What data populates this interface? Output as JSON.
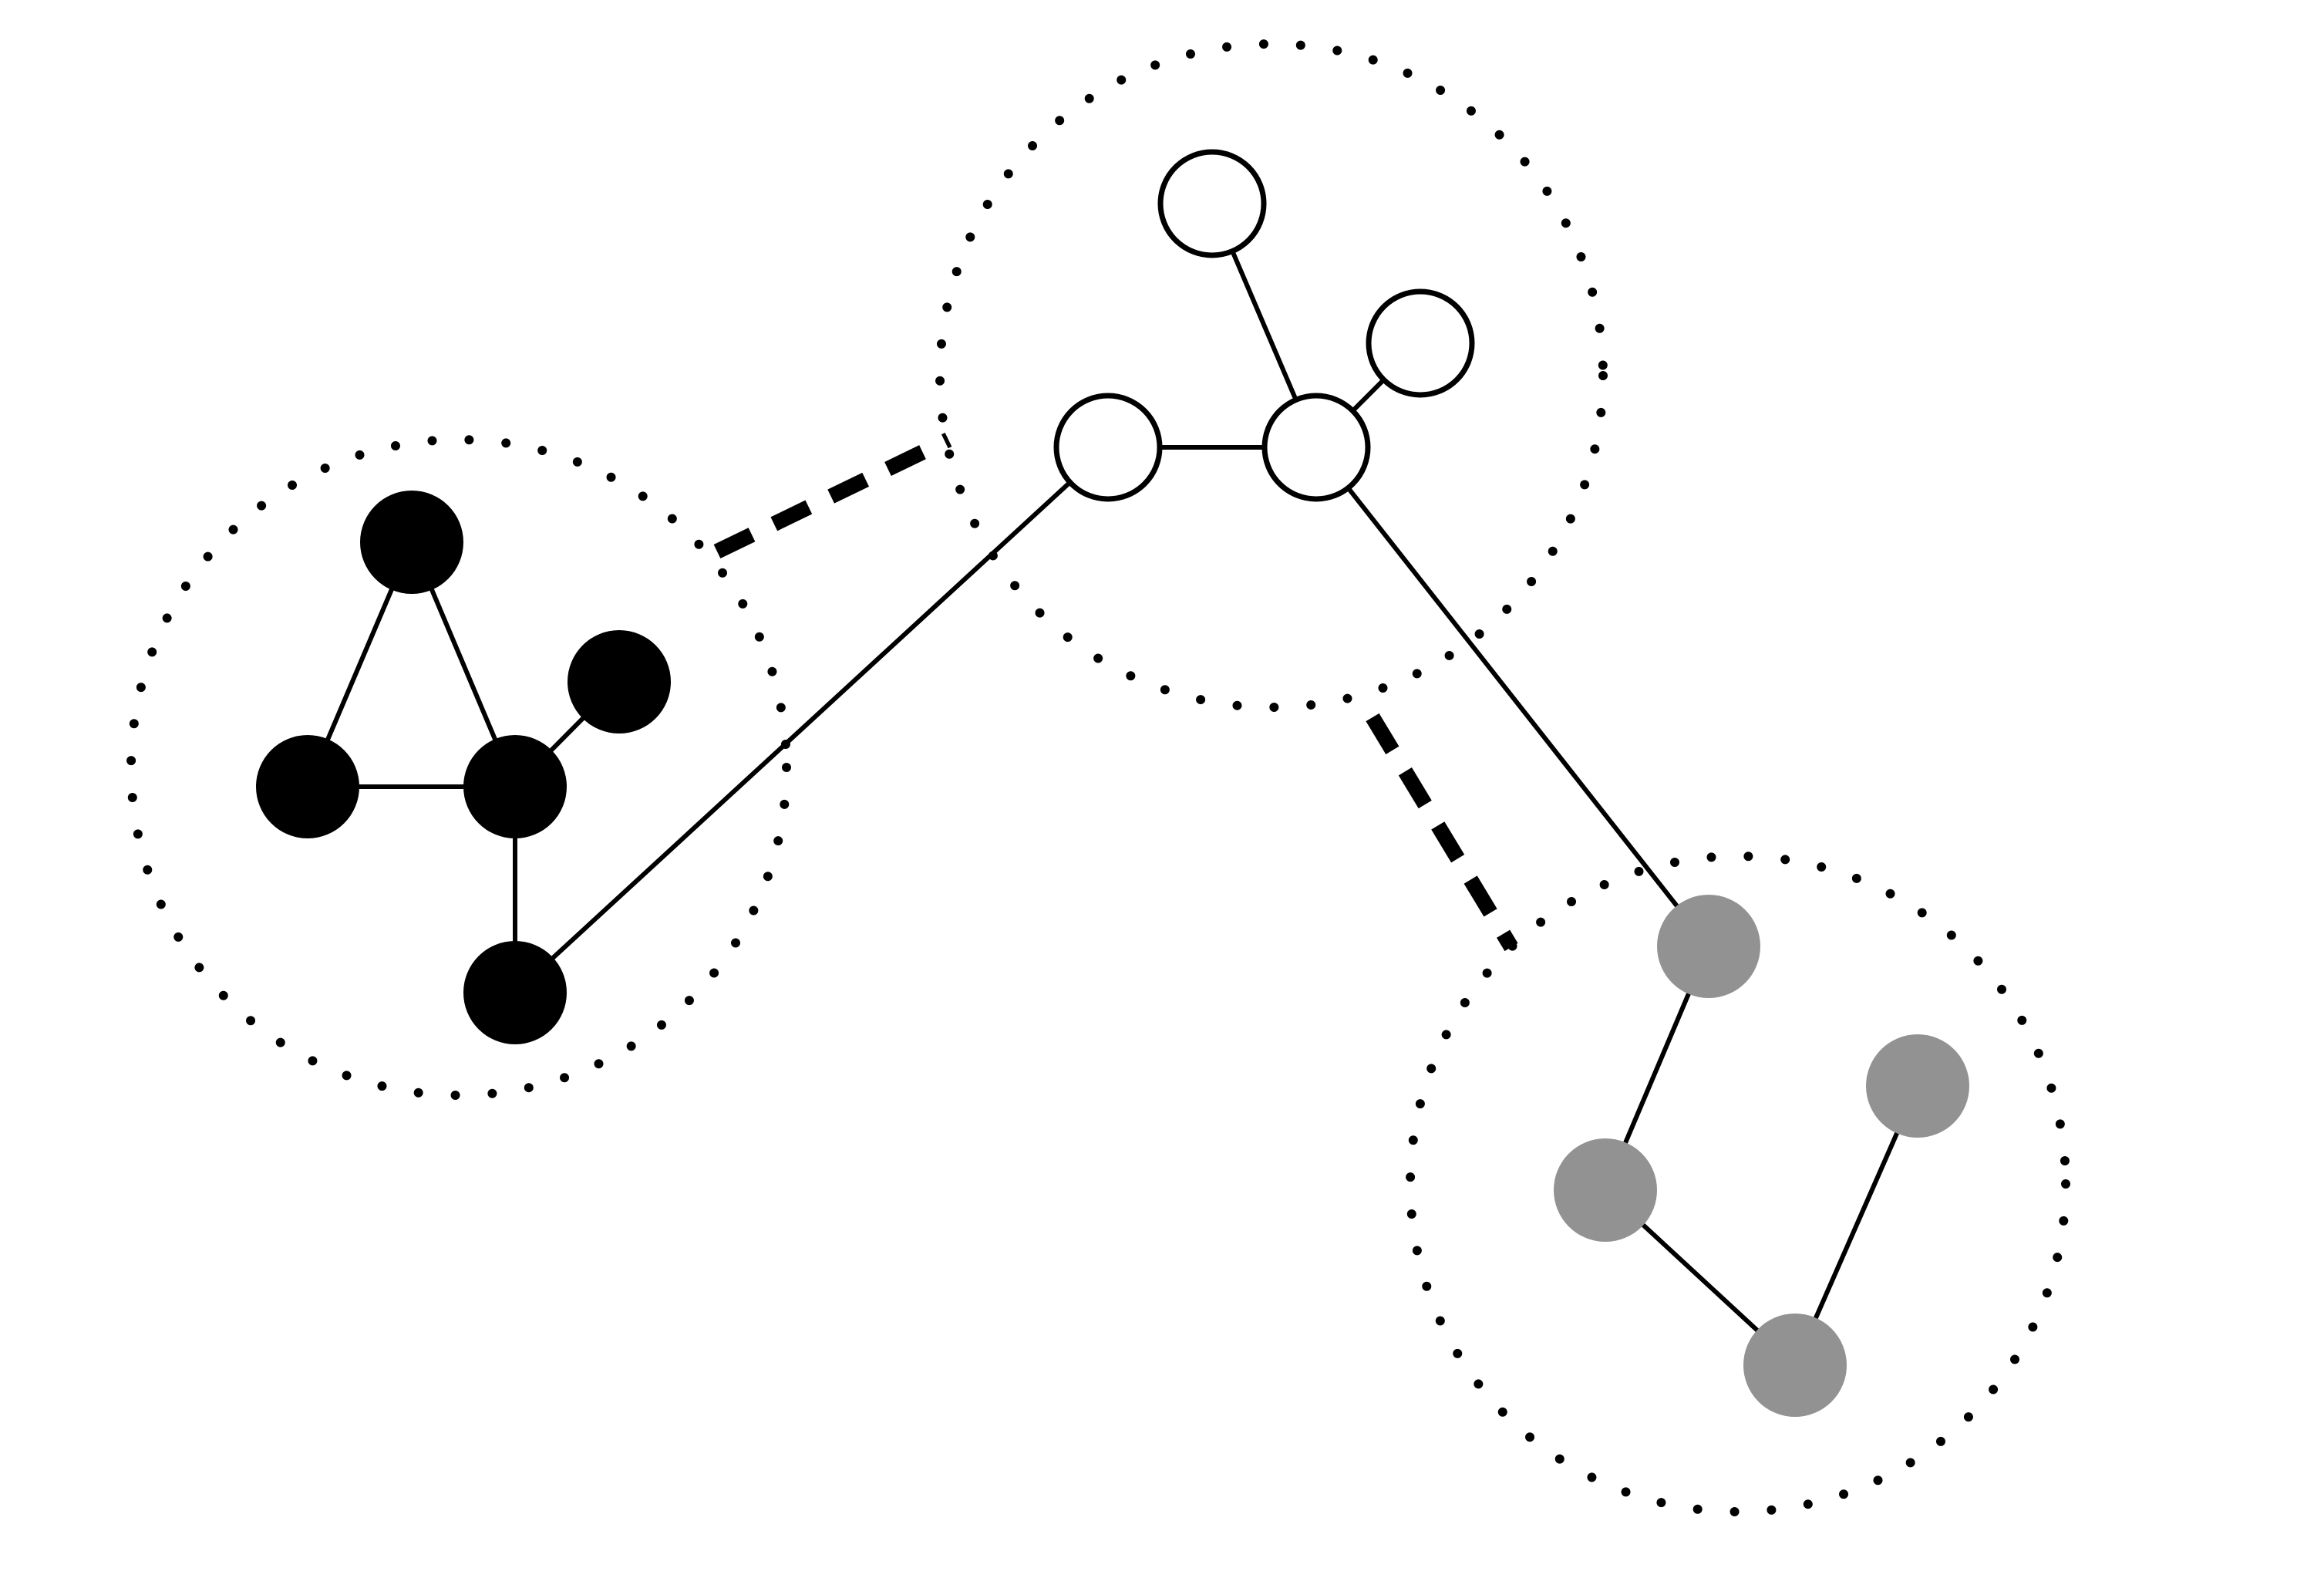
{
  "diagram": {
    "clusters": [
      {
        "id": "cluster-black",
        "fill": "#000000",
        "stroke": "#000000",
        "border_style": "dotted"
      },
      {
        "id": "cluster-white",
        "fill": "#ffffff",
        "stroke": "#000000",
        "border_style": "dotted"
      },
      {
        "id": "cluster-gray",
        "fill": "#929292",
        "stroke": "#929292",
        "border_style": "dotted"
      }
    ],
    "nodes": [
      {
        "id": "b1",
        "cluster": "cluster-black"
      },
      {
        "id": "b2",
        "cluster": "cluster-black"
      },
      {
        "id": "b3",
        "cluster": "cluster-black"
      },
      {
        "id": "b4",
        "cluster": "cluster-black"
      },
      {
        "id": "b5",
        "cluster": "cluster-black"
      },
      {
        "id": "w1",
        "cluster": "cluster-white"
      },
      {
        "id": "w2",
        "cluster": "cluster-white"
      },
      {
        "id": "w3",
        "cluster": "cluster-white"
      },
      {
        "id": "w4",
        "cluster": "cluster-white"
      },
      {
        "id": "g1",
        "cluster": "cluster-gray"
      },
      {
        "id": "g2",
        "cluster": "cluster-gray"
      },
      {
        "id": "g3",
        "cluster": "cluster-gray"
      },
      {
        "id": "g4",
        "cluster": "cluster-gray"
      }
    ],
    "edges": [
      {
        "from": "b1",
        "to": "b2",
        "style": "solid"
      },
      {
        "from": "b1",
        "to": "b3",
        "style": "solid"
      },
      {
        "from": "b2",
        "to": "b3",
        "style": "solid"
      },
      {
        "from": "b3",
        "to": "b4",
        "style": "solid"
      },
      {
        "from": "b3",
        "to": "b5",
        "style": "solid"
      },
      {
        "from": "w1",
        "to": "w3",
        "style": "solid"
      },
      {
        "from": "w2",
        "to": "w3",
        "style": "solid"
      },
      {
        "from": "w3",
        "to": "w4",
        "style": "solid"
      },
      {
        "from": "b5",
        "to": "w4",
        "style": "solid"
      },
      {
        "from": "w3",
        "to": "g1",
        "style": "solid"
      },
      {
        "from": "g1",
        "to": "g2",
        "style": "solid"
      },
      {
        "from": "g2",
        "to": "g3",
        "style": "solid"
      },
      {
        "from": "g3",
        "to": "g4",
        "style": "solid"
      }
    ],
    "cluster_links": [
      {
        "from": "cluster-black",
        "to": "cluster-white",
        "style": "dashed"
      },
      {
        "from": "cluster-white",
        "to": "cluster-gray",
        "style": "dashed"
      }
    ],
    "colors": {
      "background": "#ffffff",
      "ink": "#000000",
      "gray_node": "#929292"
    }
  }
}
